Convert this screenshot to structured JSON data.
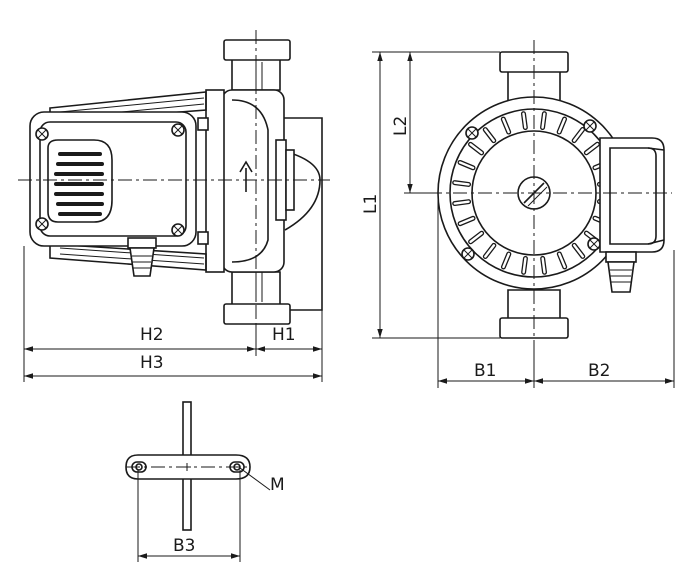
{
  "labels": {
    "h1": "H1",
    "h2": "H2",
    "h3": "H3",
    "l1": "L1",
    "l2": "L2",
    "b1": "B1",
    "b2": "B2",
    "b3": "B3",
    "m": "M"
  }
}
